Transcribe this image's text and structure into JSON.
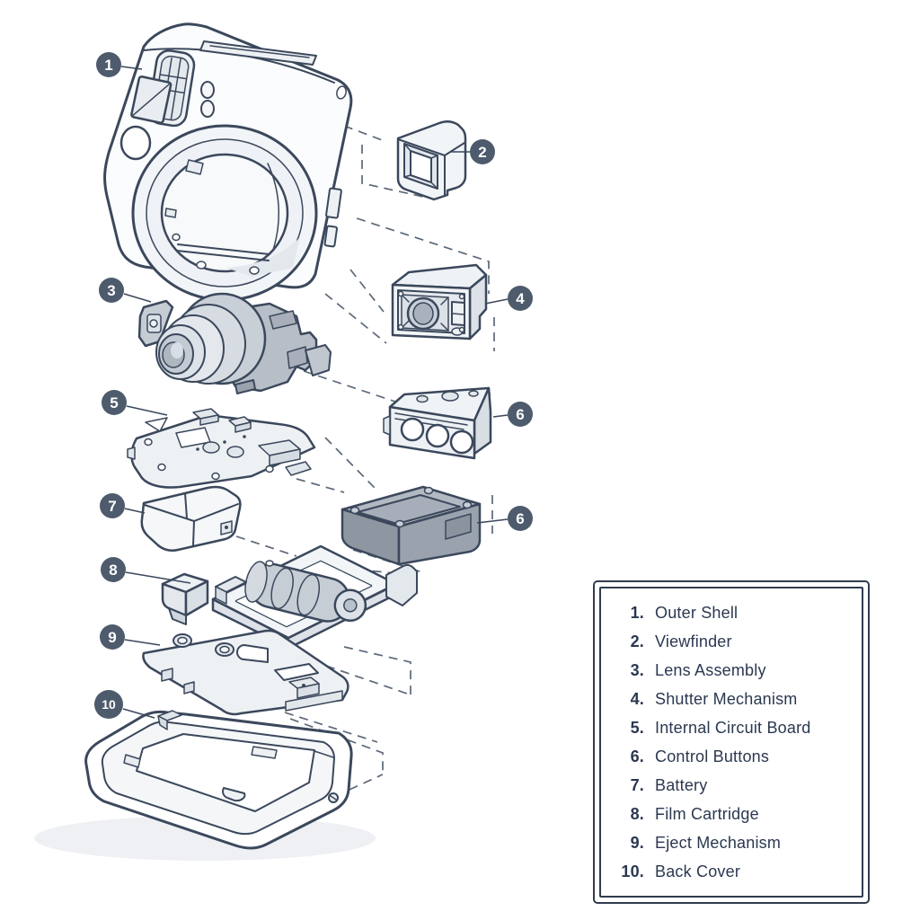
{
  "badges": [
    {
      "label": "1"
    },
    {
      "label": "2"
    },
    {
      "label": "3"
    },
    {
      "label": "4"
    },
    {
      "label": "5"
    },
    {
      "label": "6"
    },
    {
      "label": "7"
    },
    {
      "label": "6"
    },
    {
      "label": "8"
    },
    {
      "label": "9"
    },
    {
      "label": "10"
    }
  ],
  "legend": {
    "items": [
      {
        "num": "1.",
        "label": "Outer Shell"
      },
      {
        "num": "2.",
        "label": "Viewfinder"
      },
      {
        "num": "3.",
        "label": "Lens Assembly"
      },
      {
        "num": "4.",
        "label": "Shutter Mechanism"
      },
      {
        "num": "5.",
        "label": "Internal Circuit Board"
      },
      {
        "num": "6.",
        "label": "Control Buttons"
      },
      {
        "num": "7.",
        "label": "Battery"
      },
      {
        "num": "8.",
        "label": "Film Cartridge"
      },
      {
        "num": "9.",
        "label": "Eject Mechanism"
      },
      {
        "num": "10.",
        "label": "Back Cover"
      }
    ]
  },
  "colors": {
    "badge_fill": "#4d5b6c",
    "outline": "#3b485c",
    "dashed_line": "#5c6878",
    "legend_text": "#2b3850",
    "part_gray": "#99a1ac",
    "background": "#ffffff"
  }
}
